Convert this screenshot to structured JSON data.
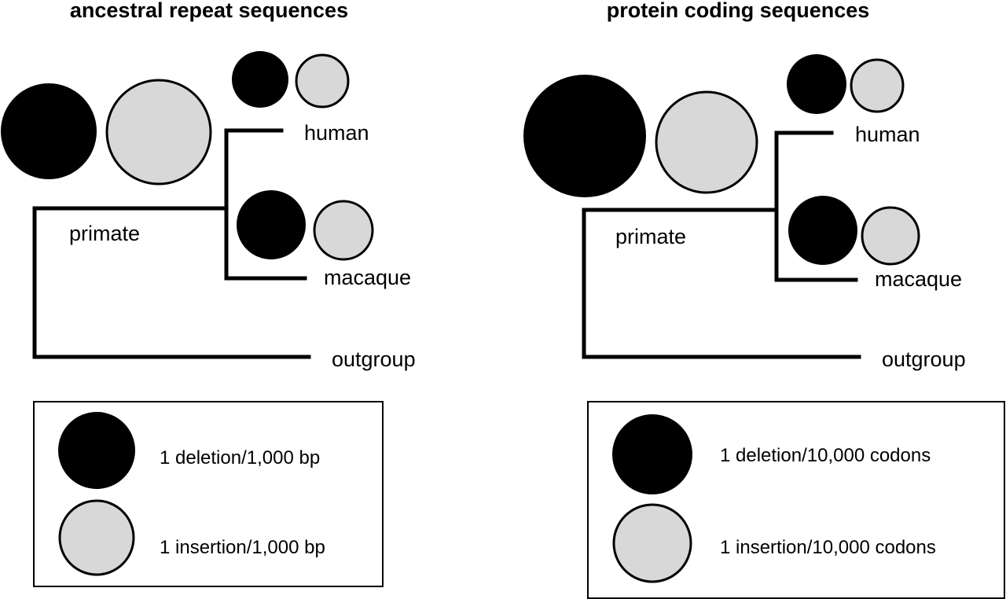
{
  "colors": {
    "deletion": "#000000",
    "insertion": "#d8d8d8",
    "line": "#000000",
    "outline": "#000000"
  },
  "panels": [
    {
      "title": "ancestral repeat sequences",
      "labels": {
        "human": "human",
        "macaque": "macaque",
        "primate": "primate",
        "outgroup": "outgroup"
      },
      "legend": {
        "deletion_label": "1 deletion/1,000 bp",
        "insertion_label": "1 insertion/1,000 bp"
      }
    },
    {
      "title": "protein coding sequences",
      "labels": {
        "human": "human",
        "macaque": "macaque",
        "primate": "primate",
        "outgroup": "outgroup"
      },
      "legend": {
        "deletion_label": "1 deletion/10,000 codons",
        "insertion_label": "1 insertion/10,000 codons"
      }
    }
  ]
}
